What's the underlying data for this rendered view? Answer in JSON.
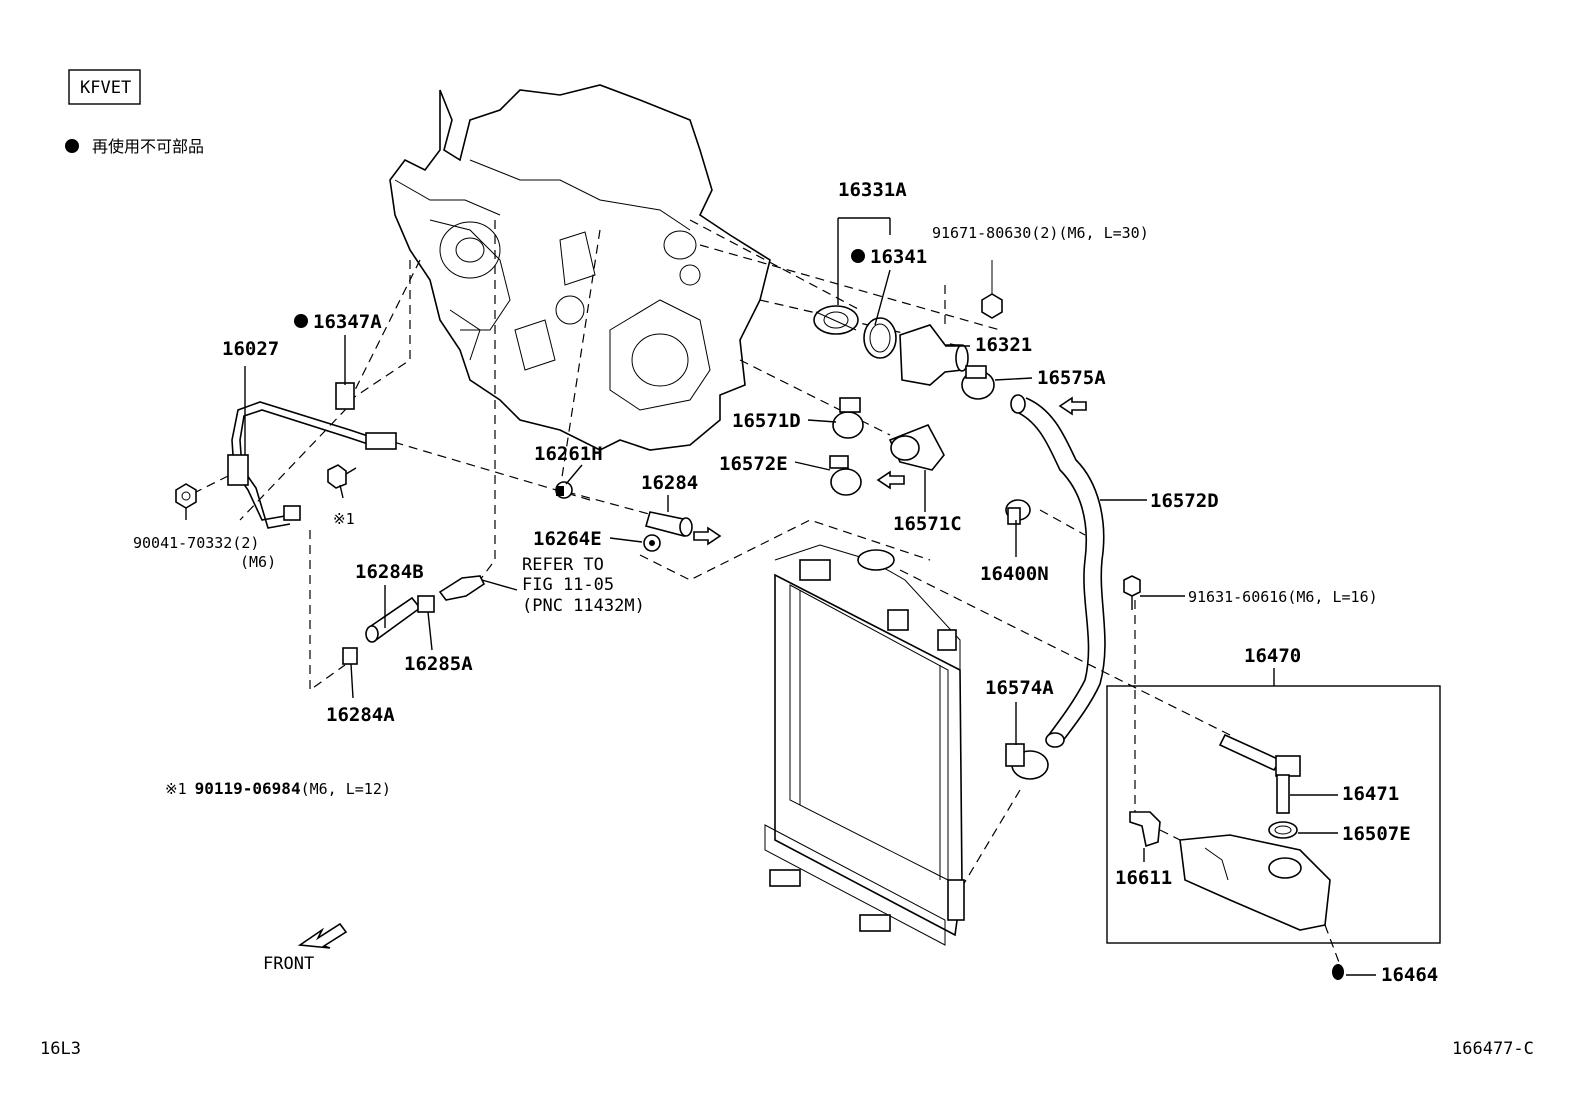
{
  "engine_code": "KFVET",
  "legend": {
    "symbol": "●",
    "text": "再使用不可部品"
  },
  "parts": {
    "p16331A": "16331A",
    "p16341": "16341",
    "p91671": "91671-80630(2)",
    "p91671_spec": "(M6, L=30)",
    "p16321": "16321",
    "p16575A": "16575A",
    "p16571D": "16571D",
    "p16572E": "16572E",
    "p16571C": "16571C",
    "p16572D": "16572D",
    "p16400N": "16400N",
    "p91631": "91631-60616",
    "p91631_spec": "(M6, L=16)",
    "p16470": "16470",
    "p16471": "16471",
    "p16507E": "16507E",
    "p16611": "16611",
    "p16464": "16464",
    "p16574A": "16574A",
    "p16347A": "16347A",
    "p16027": "16027",
    "p90041": "90041-70332(2)",
    "p90041_spec": "(M6)",
    "p16261H": "16261H",
    "p16284": "16284",
    "p16264E": "16264E",
    "p16284B": "16284B",
    "p16285A": "16285A",
    "p16284A": "16284A",
    "note_mark": "※1"
  },
  "refer": {
    "line1": "REFER TO",
    "line2": "FIG 11-05",
    "line3": "(PNC 11432M)"
  },
  "footnote": {
    "mark": "※1",
    "part": "90119-06984",
    "spec": "(M6, L=12)"
  },
  "front_label": "FRONT",
  "page_code_left": "16L3",
  "page_code_right": "166477-C"
}
